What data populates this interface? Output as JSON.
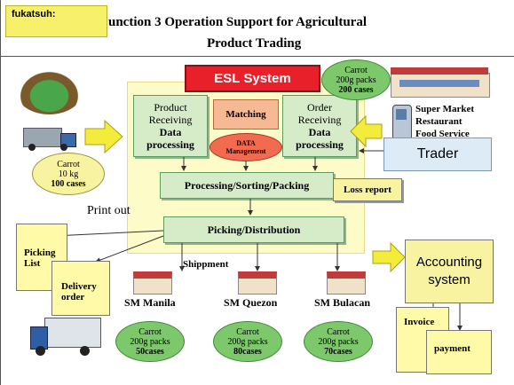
{
  "tag": "fukatsuh:",
  "title": {
    "line1": "unction 3   Operation Support for Agricultural",
    "line2": "Product Trading"
  },
  "esl_system": "ESL System",
  "product_receiving": {
    "line1": "Product",
    "line2": "Receiving",
    "line3": "Data",
    "line4": "processing"
  },
  "order_receiving": {
    "line1": "Order",
    "line2": "Receiving",
    "line3": "Data",
    "line4": "processing"
  },
  "matching": "Matching",
  "data_management": {
    "line1": "DATA",
    "line2": "Management"
  },
  "processing_box": "Processing/Sorting/Packing",
  "loss_report": "Loss report",
  "picking_box": "Picking/Distribution",
  "print_out": "Print out",
  "shippment": "Shippment",
  "trader": "Trader",
  "super_market": {
    "line1": "Super Market",
    "line2": "Restaurant",
    "line3": "Food Service"
  },
  "carrot_top": {
    "line1": "Carrot",
    "line2": "200g packs",
    "line3": "200 cases"
  },
  "carrot_left": {
    "line1": "Carrot",
    "line2": "10 kg",
    "line3": "100 cases"
  },
  "picking_list": {
    "line1": "Picking",
    "line2": "List"
  },
  "delivery_order": {
    "line1": "Delivery",
    "line2": "order"
  },
  "accounting": {
    "line1": "Accounting",
    "line2": "system"
  },
  "invoice": "Invoice",
  "payment": "payment",
  "stores": [
    {
      "name": "SM Manila",
      "line1": "Carrot",
      "line2": "200g packs",
      "line3": "50cases"
    },
    {
      "name": "SM Quezon",
      "line1": "Carrot",
      "line2": "200g packs",
      "line3": "80cases"
    },
    {
      "name": "SM Bulacan",
      "line1": "Carrot",
      "line2": "200g packs",
      "line3": "70cases"
    }
  ],
  "colors": {
    "esl_red": "#e8202a",
    "green_box": "#d6ecc9",
    "yellow_zone": "#fdfbc8",
    "arrow_yellow": "#f3ec3a",
    "trader_blue": "#dcebf6"
  }
}
